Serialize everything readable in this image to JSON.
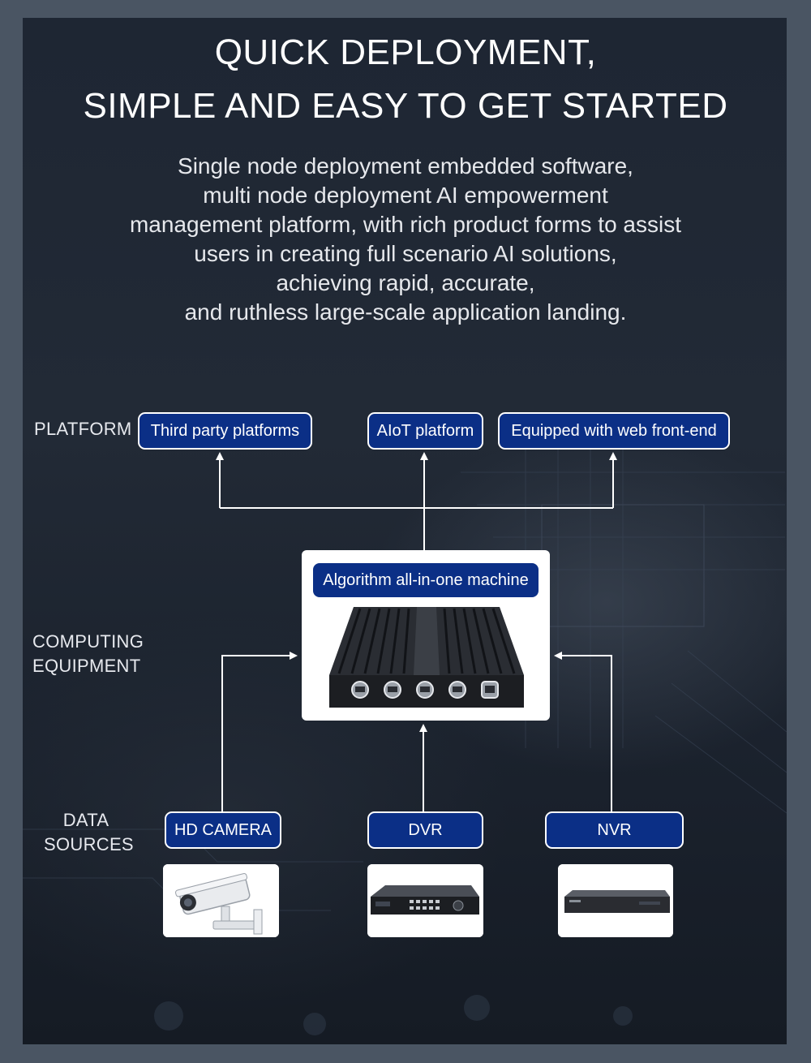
{
  "header": {
    "title_line1": "QUICK DEPLOYMENT,",
    "title_line2": "SIMPLE AND EASY TO GET STARTED"
  },
  "description": {
    "lines": [
      "Single node deployment embedded software,",
      "multi node deployment AI empowerment",
      "management platform, with rich product forms to assist",
      "users in creating full scenario AI solutions,",
      "achieving rapid, accurate,",
      "and ruthless large-scale application landing."
    ]
  },
  "rows": {
    "platform": "PLATFORM",
    "computing": [
      "COMPUTING",
      "EQUIPMENT"
    ],
    "data": [
      "DATA",
      "SOURCES"
    ]
  },
  "platforms": [
    {
      "label": "Third party platforms"
    },
    {
      "label": "AIoT platform"
    },
    {
      "label": "Equipped with web front-end"
    }
  ],
  "computing": {
    "label": "Algorithm all-in-one machine"
  },
  "sources": [
    {
      "label": "HD CAMERA",
      "icon": "security-camera-icon"
    },
    {
      "label": "DVR",
      "icon": "dvr-recorder-icon"
    },
    {
      "label": "NVR",
      "icon": "nvr-recorder-icon"
    }
  ],
  "colors": {
    "pill_fill": "#0b2f86",
    "pill_border": "#ffffff",
    "background": "#1e2633",
    "frame": "#4a5563",
    "connector": "#ffffff"
  }
}
